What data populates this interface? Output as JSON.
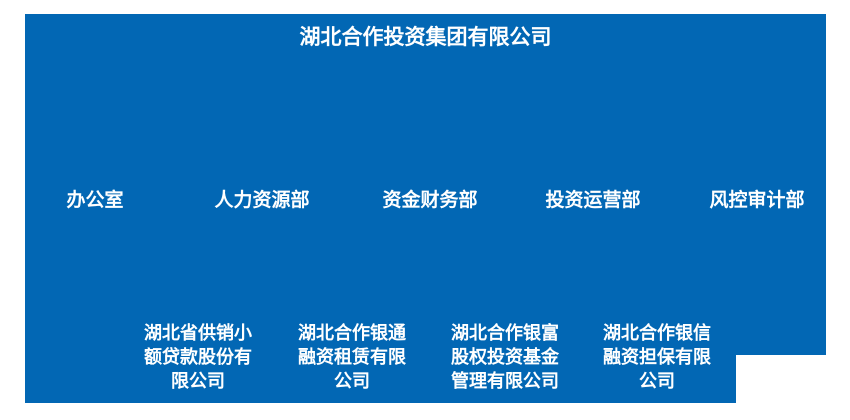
{
  "colors": {
    "panel_background": "#0267B4",
    "text": "#FFFFFF",
    "page_background": "#FFFFFF"
  },
  "org_chart": {
    "title": "湖北合作投资集团有限公司",
    "departments": [
      {
        "label": "办公室"
      },
      {
        "label": "人力资源部"
      },
      {
        "label": "资金财务部"
      },
      {
        "label": "投资运营部"
      },
      {
        "label": "风控审计部"
      }
    ],
    "subsidiaries": [
      {
        "full_name": "湖北省供销小额贷款股份有限公司",
        "lines": [
          "湖北省供销小",
          "额贷款股份有",
          "限公司"
        ]
      },
      {
        "full_name": "湖北合作银通融资租赁有限公司",
        "lines": [
          "湖北合作银通",
          "融资租赁有限",
          "公司"
        ]
      },
      {
        "full_name": "湖北合作银富股权投资基金管理有限公司",
        "lines": [
          "湖北合作银富",
          "股权投资基金",
          "管理有限公司"
        ]
      },
      {
        "full_name": "湖北合作银信融资担保有限公司",
        "lines": [
          "湖北合作银信",
          "融资担保有限",
          "公司"
        ]
      }
    ]
  }
}
